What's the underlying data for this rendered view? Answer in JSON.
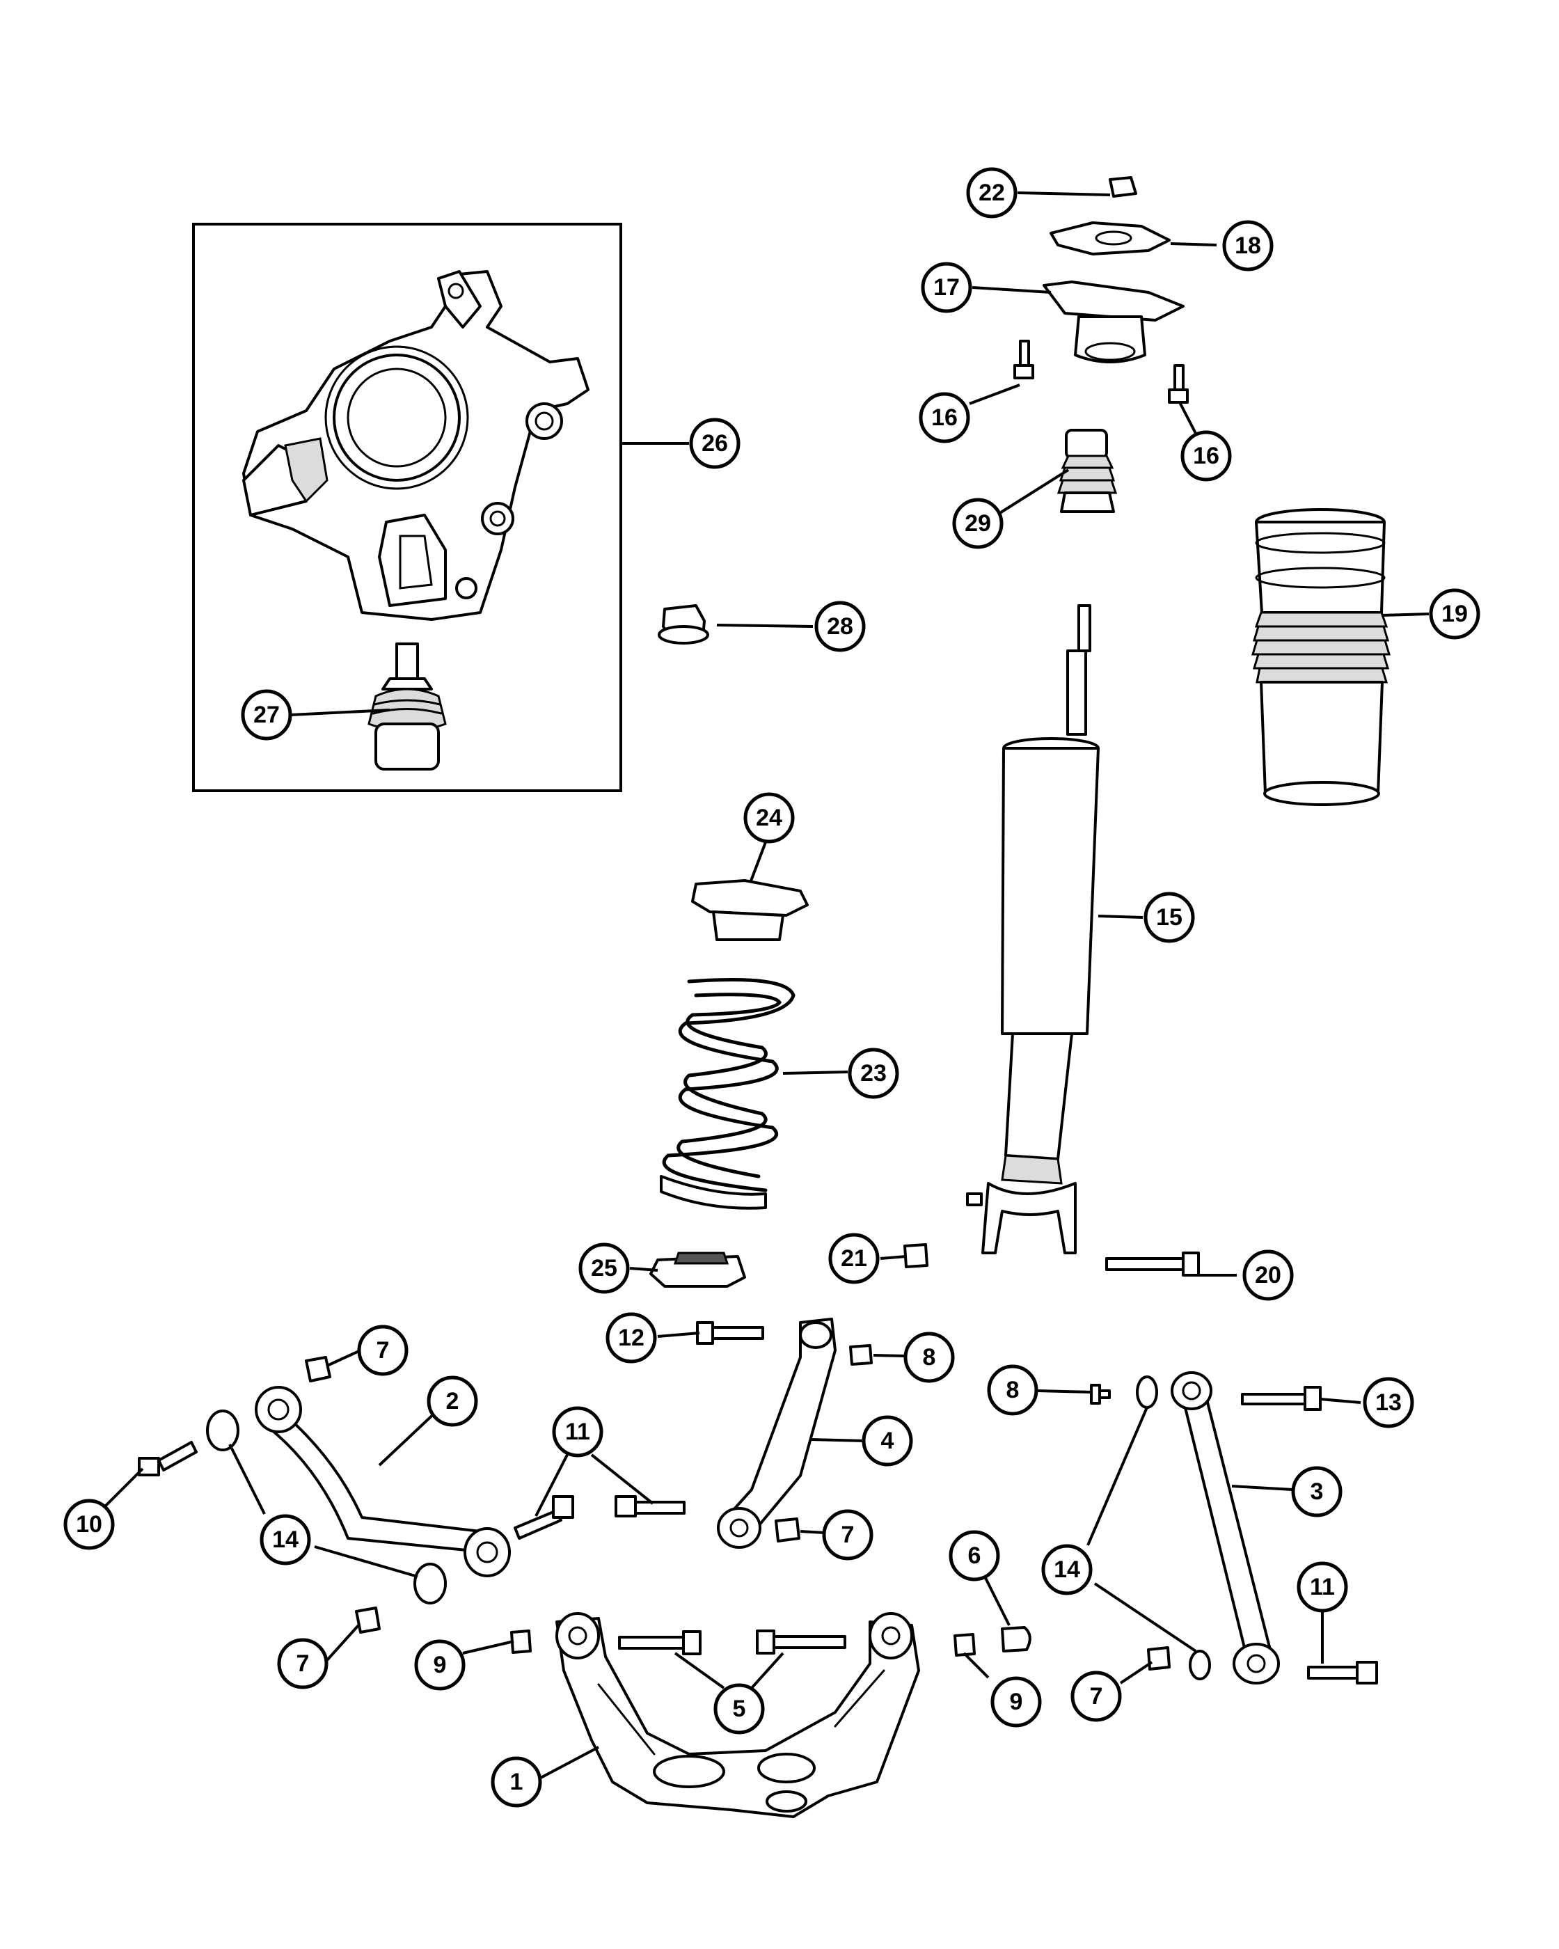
{
  "callouts": [
    {
      "label": "1"
    },
    {
      "label": "2"
    },
    {
      "label": "3"
    },
    {
      "label": "4"
    },
    {
      "label": "5"
    },
    {
      "label": "6"
    },
    {
      "label": "7"
    },
    {
      "label": "7"
    },
    {
      "label": "7"
    },
    {
      "label": "7"
    },
    {
      "label": "8"
    },
    {
      "label": "8"
    },
    {
      "label": "9"
    },
    {
      "label": "9"
    },
    {
      "label": "10"
    },
    {
      "label": "11"
    },
    {
      "label": "11"
    },
    {
      "label": "12"
    },
    {
      "label": "13"
    },
    {
      "label": "14"
    },
    {
      "label": "14"
    },
    {
      "label": "15"
    },
    {
      "label": "16"
    },
    {
      "label": "16"
    },
    {
      "label": "17"
    },
    {
      "label": "18"
    },
    {
      "label": "19"
    },
    {
      "label": "20"
    },
    {
      "label": "21"
    },
    {
      "label": "22"
    },
    {
      "label": "23"
    },
    {
      "label": "24"
    },
    {
      "label": "25"
    },
    {
      "label": "26"
    },
    {
      "label": "27"
    },
    {
      "label": "28"
    },
    {
      "label": "29"
    }
  ]
}
